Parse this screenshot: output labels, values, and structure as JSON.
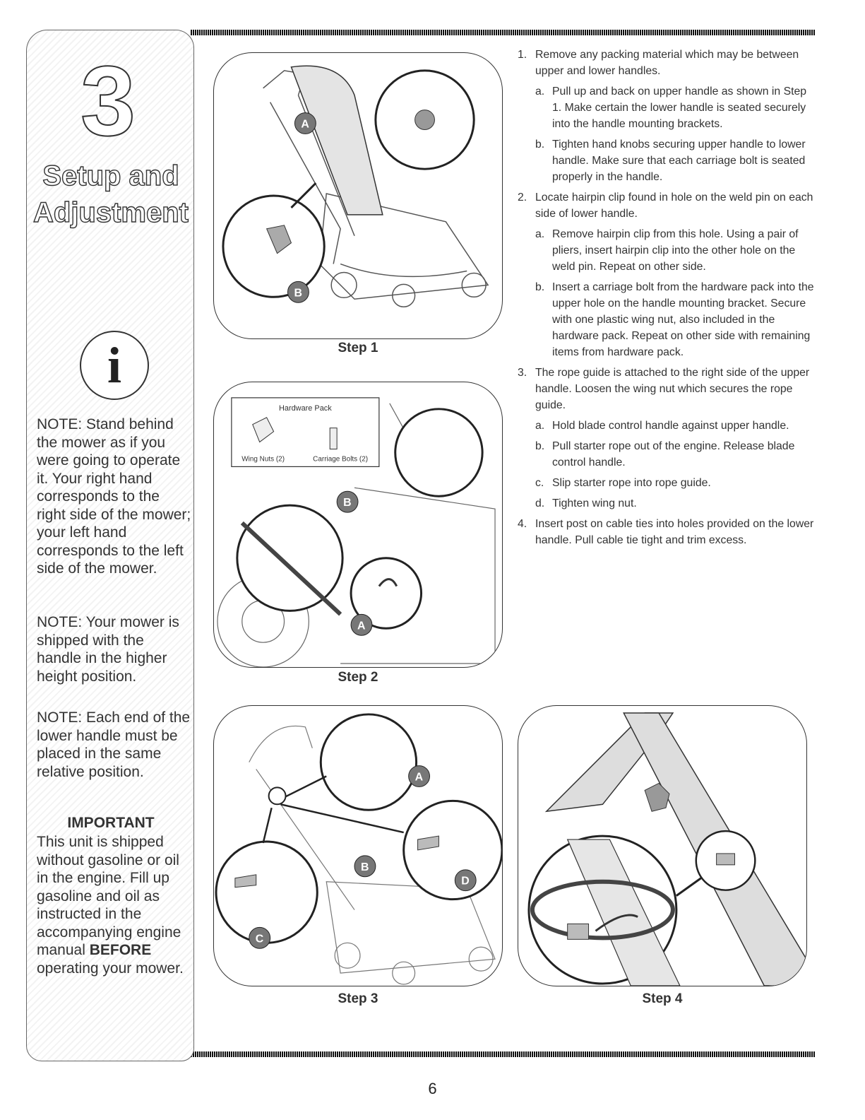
{
  "section": {
    "number": "3",
    "title_line1": "Setup and",
    "title_line2": "Adjustment"
  },
  "icon": {
    "name": "info-icon",
    "glyph": "i"
  },
  "notes": [
    "NOTE: Stand behind the mower as if you were going to operate it. Your right hand corresponds to the right side of the mower; your left hand corresponds to the left side of the mower.",
    "NOTE: Your mower is shipped with the handle in the higher height position.",
    "NOTE: Each end of the lower handle must be placed in the same relative position."
  ],
  "important": {
    "heading": "IMPORTANT",
    "text_before": "This unit is shipped without gasoline or oil in the engine. Fill up gasoline and oil as instructed in the accompanying engine manual ",
    "emphasis": "BEFORE",
    "text_after": " operating your mower."
  },
  "figures": {
    "step1": {
      "caption": "Step 1",
      "callouts": [
        "A",
        "B"
      ]
    },
    "step2": {
      "caption": "Step 2",
      "callouts": [
        "B",
        "A"
      ],
      "hardware_title": "Hardware Pack",
      "wing_nuts": "Wing Nuts (2)",
      "carriage_bolts": "Carriage Bolts (2)"
    },
    "step3": {
      "caption": "Step 3",
      "callouts": [
        "A",
        "B",
        "C",
        "D"
      ]
    },
    "step4": {
      "caption": "Step 4"
    }
  },
  "instructions": [
    {
      "label": "1.",
      "text": "Remove any packing material which may be between upper and lower handles.",
      "subs": [
        {
          "label": "a.",
          "text": "Pull up and back on upper handle as shown in Step 1. Make certain the lower handle is seated securely into the handle mounting brackets."
        },
        {
          "label": "b.",
          "text": "Tighten hand knobs securing upper handle to lower handle. Make sure that each carriage bolt is seated properly in the handle."
        }
      ]
    },
    {
      "label": "2.",
      "text": "Locate hairpin clip found in hole on the weld pin on each side of lower handle.",
      "subs": [
        {
          "label": "a.",
          "text": "Remove hairpin clip from this hole. Using a pair of pliers, insert hairpin clip into the other hole on the weld pin. Repeat on other side."
        },
        {
          "label": "b.",
          "text": "Insert a carriage bolt from the hardware pack into the upper hole on the handle mounting bracket. Secure with one plastic wing nut, also included in the hardware pack. Repeat on other side with remaining items from hardware pack."
        }
      ]
    },
    {
      "label": "3.",
      "text": "The rope guide is attached to the right side of the upper handle. Loosen the wing nut which secures the rope guide.",
      "subs": [
        {
          "label": "a.",
          "text": "Hold blade control handle against upper handle."
        },
        {
          "label": "b.",
          "text": "Pull starter rope out of the engine. Release blade control handle."
        },
        {
          "label": "c.",
          "text": "Slip starter rope into rope guide."
        },
        {
          "label": "d.",
          "text": "Tighten wing nut."
        }
      ]
    },
    {
      "label": "4.",
      "text": "Insert post on cable ties into holes provided on the lower handle. Pull cable tie tight and trim excess.",
      "subs": []
    }
  ],
  "page_number": "6"
}
